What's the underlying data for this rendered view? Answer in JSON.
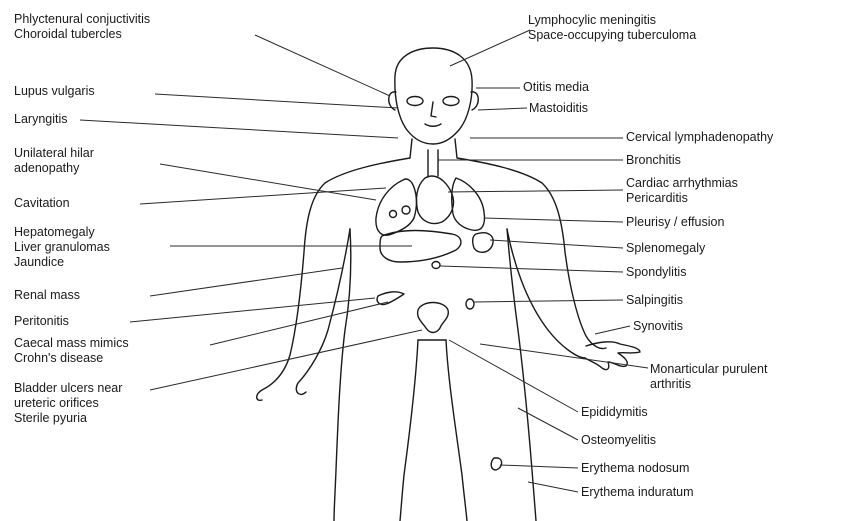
{
  "labels": {
    "l0": [
      "Phlyctenural conjuctivitis",
      "Choroidal tubercles"
    ],
    "l1": [
      "Lupus vulgaris"
    ],
    "l2": [
      "Laryngitis"
    ],
    "l3": [
      "Unilateral hilar",
      "adenopathy"
    ],
    "l4": [
      "Cavitation"
    ],
    "l5": [
      "Hepatomegaly",
      "Liver granulomas",
      "Jaundice"
    ],
    "l6": [
      "Renal mass"
    ],
    "l7": [
      "Peritonitis"
    ],
    "l8": [
      "Caecal mass mimics",
      "Crohn's disease"
    ],
    "l9": [
      "Bladder ulcers near",
      "ureteric orifices",
      "Sterile pyuria"
    ],
    "r0": [
      "Lymphocylic meningitis",
      "Space-occupying tuberculoma"
    ],
    "r1": [
      "Otitis media"
    ],
    "r2": [
      "Mastoiditis"
    ],
    "r3": [
      "Cervical lymphadenopathy"
    ],
    "r4": [
      "Bronchitis"
    ],
    "r5": [
      "Cardiac arrhythmias",
      "Pericarditis"
    ],
    "r6": [
      "Pleurisy / effusion"
    ],
    "r7": [
      "Splenomegaly"
    ],
    "r8": [
      "Spondylitis"
    ],
    "r9": [
      "Salpingitis"
    ],
    "r10": [
      "Synovitis"
    ],
    "r11": [
      "Monarticular purulent",
      "arthritis"
    ],
    "r12": [
      "Epididymitis"
    ],
    "r13": [
      "Osteomyelitis"
    ],
    "r14": [
      "Erythema nodosum"
    ],
    "r15": [
      "Erythema induratum"
    ]
  }
}
